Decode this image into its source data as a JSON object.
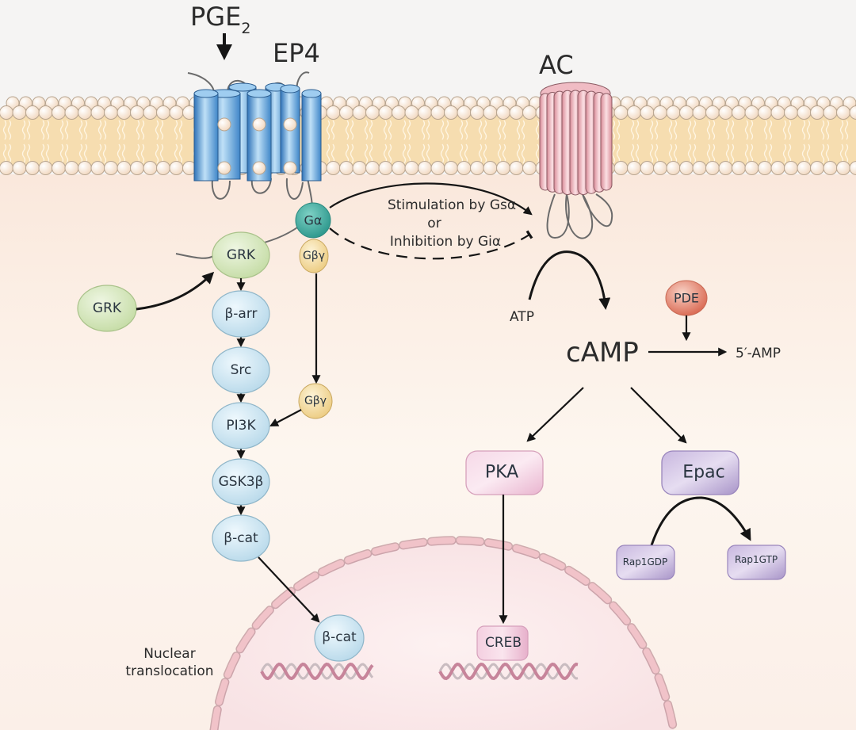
{
  "title": "PGE2 / EP4 signaling pathway",
  "ligand": {
    "label": "PGE",
    "subscript": "2"
  },
  "receptor": {
    "label": "EP4"
  },
  "adenylyl_cyclase": {
    "label": "AC"
  },
  "g_protein": {
    "alpha": "Gα",
    "betagamma": "Gβγ",
    "betagamma_free": "Gβγ"
  },
  "regulation_text": {
    "line1": "Stimulation by Gsα",
    "line2": "or",
    "line3": "Inhibition by Giα"
  },
  "left_pathway": {
    "grk_bound": "GRK",
    "grk_free": "GRK",
    "nodes": [
      "β-arr",
      "Src",
      "PI3K",
      "GSK3β",
      "β-cat"
    ],
    "nuclear_beta_cat": "β-cat"
  },
  "camp_pathway": {
    "atp": "ATP",
    "camp": "cAMP",
    "pde": "PDE",
    "amp": "5′-AMP",
    "pka": "PKA",
    "epac": "Epac",
    "rap1gdp": "Rap1GDP",
    "rap1gtp": "Rap1GTP",
    "creb": "CREB"
  },
  "nucleus": {
    "translocation_label_line1": "Nuclear",
    "translocation_label_line2": "translocation"
  },
  "colors": {
    "membrane_core": "#f6ddb0",
    "lipid_head": "#fbeedd",
    "cytoplasm": "#fbeee3",
    "receptor_blue": "#4a8fd0",
    "ac_pink": "#e8a8b0",
    "g_alpha_teal": "#3aa89a",
    "g_betagamma_yellow": "#f3d99a",
    "grk_green": "#d4e6b8",
    "cascade_blue": "#cfe6f2",
    "pde_red": "#e0806a",
    "pka_pink": "#f1c6dd",
    "epac_purple": "#b8a4d4",
    "nuclear_envelope": "#e8b0b8"
  }
}
